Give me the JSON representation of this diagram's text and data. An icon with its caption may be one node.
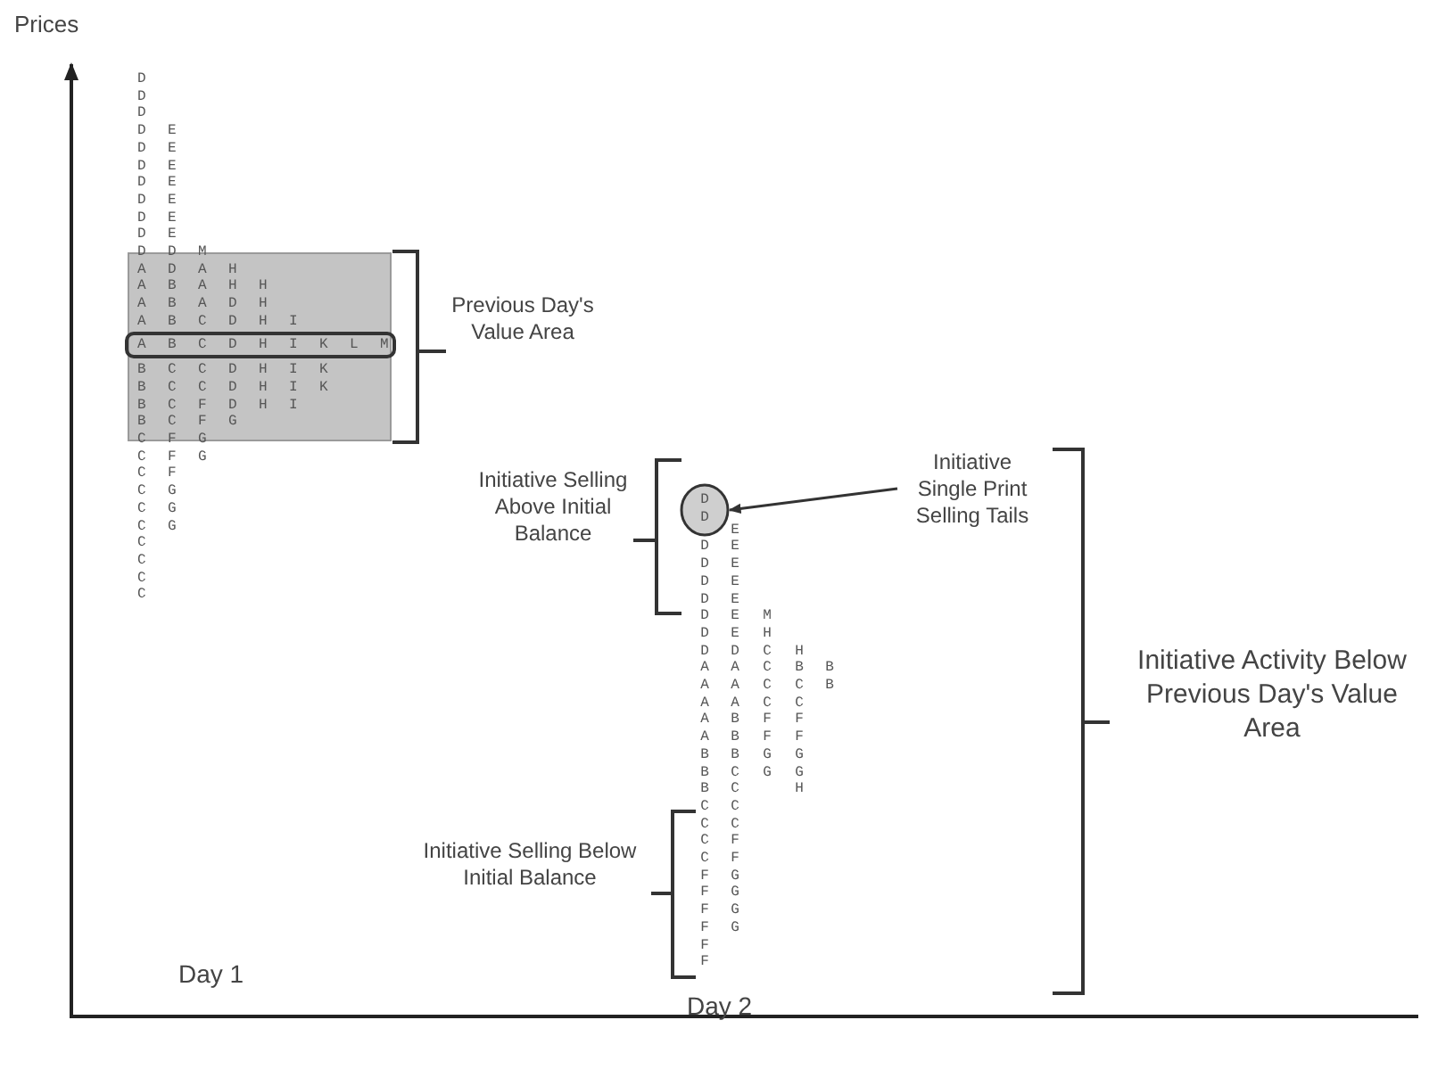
{
  "diagram": {
    "nodes": [
      {
        "text": [
          "Previous Day's Value Area"
        ]
      },
      {
        "text": [
          "A B C D H I K L M"
        ]
      },
      {
        "text": [
          "Initiative Single Print Selling Tails"
        ]
      },
      {
        "text": [
          "D D"
        ]
      },
      {
        "text": [
          "Initiative Selling Above Initial Balance"
        ]
      },
      {
        "text": [
          "Initiative Activity Below Previous Day's Value Area"
        ]
      },
      {
        "text": [
          "Initiative Selling Below Initial Balance"
        ]
      }
    ],
    "edges": [
      {
        "from": 2,
        "to": 3,
        "arrow": "to"
      }
    ],
    "labels": [
      "Prices",
      "D",
      "D",
      "D",
      "D E",
      "D E",
      "D E",
      "D E",
      "D E",
      "D E",
      "D E",
      "D D M",
      "A D A H",
      "A B A H H",
      "A B A D H",
      "A B C D H I",
      "B C C D H I K",
      "B C C D H I K",
      "B C F D H I",
      "B C F G",
      "C F G",
      "C F G",
      "C F",
      "C G",
      "C G",
      "C G",
      "C",
      "C",
      "C",
      "C",
      "D D D D D D D A A A A A B B B C C C C F F F F F F",
      "E E E E E E E D A A A B B B C C C C F F G G G G",
      "M H C C C C F F G G",
      "H B C C F F G G H",
      "B B",
      "Day 1",
      "Day 2"
    ]
  }
}
